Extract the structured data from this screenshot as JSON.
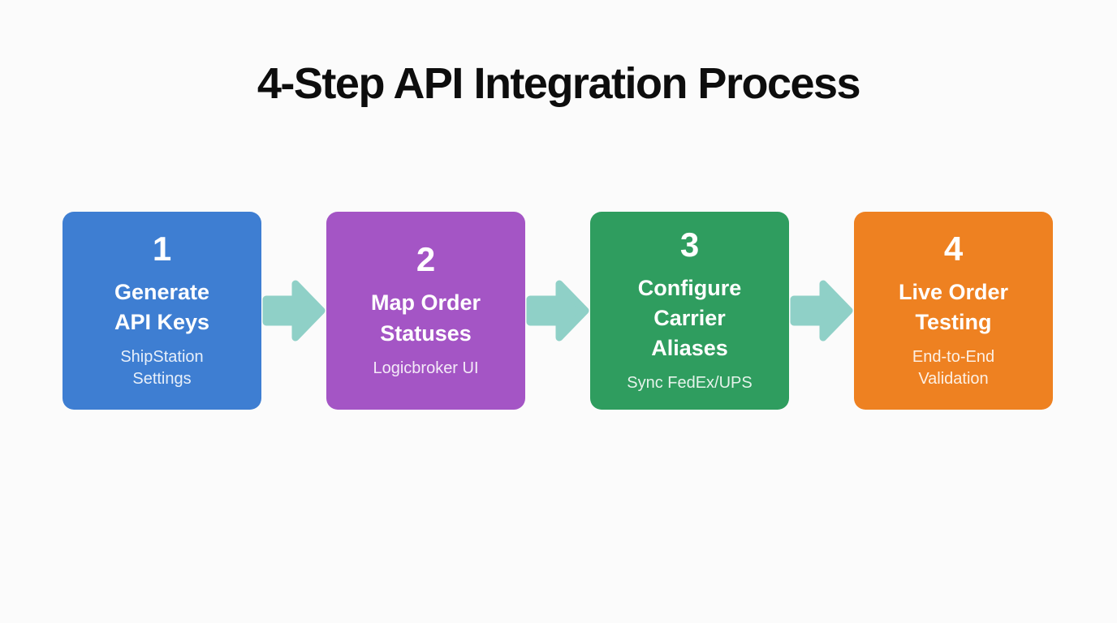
{
  "page": {
    "title": "4-Step API Integration Process"
  },
  "colors": {
    "background": "#fbfbfb",
    "title_text": "#0d0d0d",
    "arrow": "#8fd0c7",
    "step_text": "#ffffff"
  },
  "steps": [
    {
      "number": "1",
      "title": "Generate\nAPI Keys",
      "subtitle": "ShipStation\nSettings",
      "color": "#3e7ed2"
    },
    {
      "number": "2",
      "title": "Map Order\nStatuses",
      "subtitle": "Logicbroker UI",
      "color": "#a455c5"
    },
    {
      "number": "3",
      "title": "Configure\nCarrier\nAliases",
      "subtitle": "Sync FedEx/UPS",
      "color": "#2f9d5f"
    },
    {
      "number": "4",
      "title": "Live Order\nTesting",
      "subtitle": "End-to-End\nValidation",
      "color": "#ee8121"
    }
  ]
}
